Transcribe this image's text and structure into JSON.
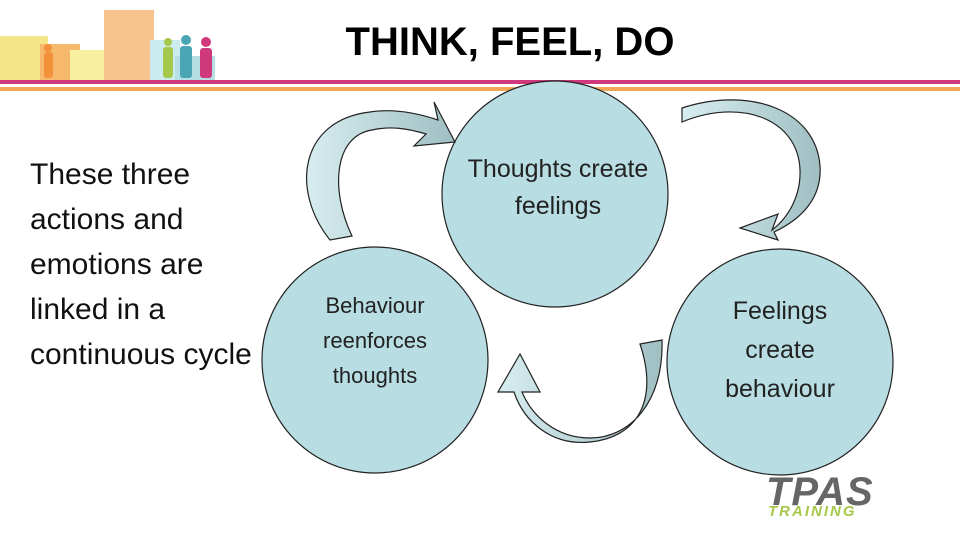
{
  "slide": {
    "title": "THINK, FEEL, DO",
    "body_text": "These three actions and emotions are linked in a continuous cycle"
  },
  "cycle": {
    "top": "Thoughts create feelings",
    "right": "Feelings create behaviour",
    "left": "Behaviour reenforces thoughts"
  },
  "logo": {
    "main": "TPAS",
    "sub": "TRAINING"
  },
  "colors": {
    "circle_fill": "#b8dde2",
    "arrow_fill": "#9fbfc2",
    "arrow_light": "#d7edf0",
    "rule_magenta": "#d0387c",
    "rule_orange": "#f2a65a",
    "logo_green": "#a6c84b"
  }
}
